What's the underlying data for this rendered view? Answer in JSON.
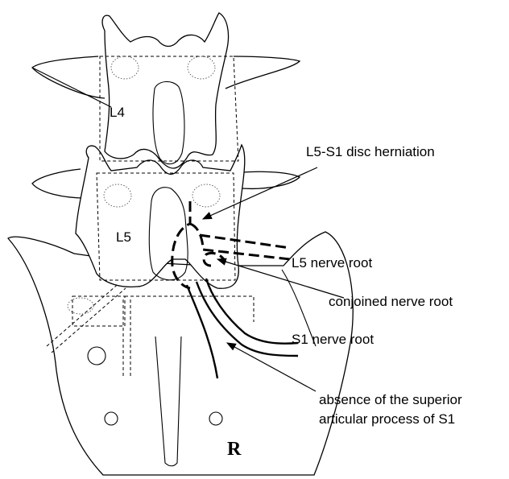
{
  "labels": {
    "l4": "L4",
    "l5": "L5",
    "disc_herniation": "L5-S1 disc herniation",
    "l5_nerve_root": "L5 nerve root",
    "conjoined_nerve_root": "conjoined nerve root",
    "s1_nerve_root": "S1 nerve root",
    "absence_line1": "absence of the superior",
    "absence_line2": "articular process of S1",
    "side_marker": "R"
  }
}
